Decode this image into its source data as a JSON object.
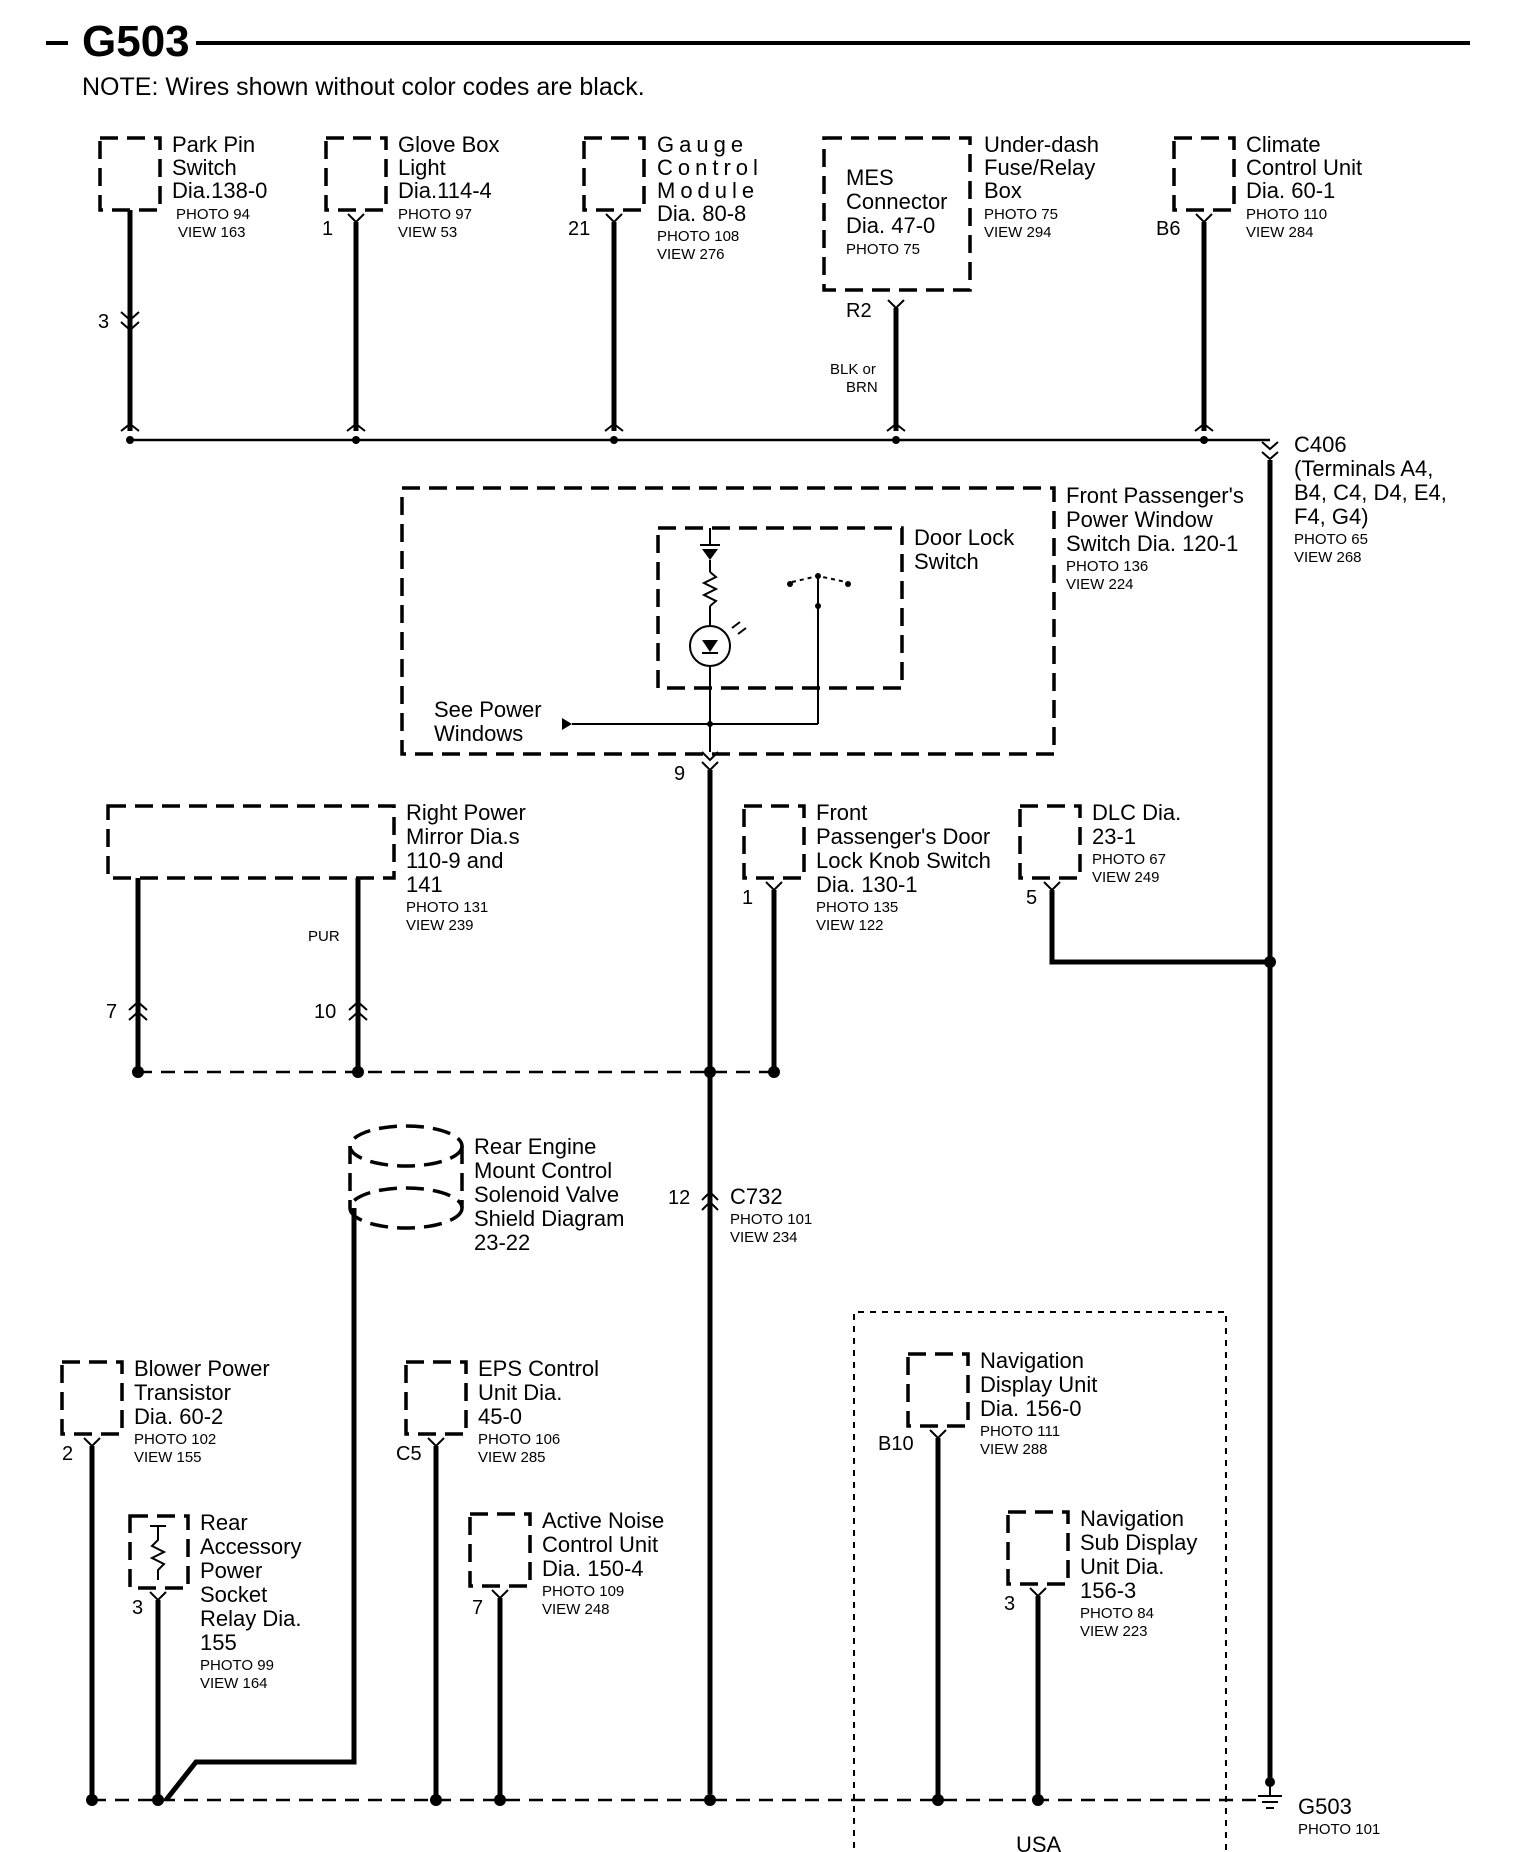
{
  "header": {
    "title": "G503",
    "note": "NOTE: Wires shown without color codes are black."
  },
  "components": {
    "park_pin": {
      "lines": [
        "Park Pin",
        "Switch",
        "Dia.138-0"
      ],
      "photo": "PHOTO 94",
      "view": "VIEW 163",
      "pin": "3"
    },
    "glove_box": {
      "lines": [
        "Glove Box",
        "Light",
        "Dia.114-4"
      ],
      "photo": "PHOTO 97",
      "view": "VIEW 53",
      "pin": "1"
    },
    "gauge": {
      "lines": [
        "Gauge",
        "Control",
        "Module",
        "Dia. 80-8"
      ],
      "photo": "PHOTO 108",
      "view": "VIEW 276",
      "pin": "21"
    },
    "mes": {
      "lines": [
        "MES",
        "Connector",
        "Dia. 47-0"
      ],
      "photo": "PHOTO 75",
      "pin": "R2",
      "wire_color": [
        "BLK or",
        "BRN"
      ]
    },
    "underdash": {
      "lines": [
        "Under-dash",
        "Fuse/Relay",
        "Box"
      ],
      "photo": "PHOTO 75",
      "view": "VIEW 294"
    },
    "climate": {
      "lines": [
        "Climate",
        "Control Unit",
        "Dia. 60-1"
      ],
      "photo": "PHOTO 110",
      "view": "VIEW 284",
      "pin": "B6"
    },
    "c406": {
      "lines": [
        "C406",
        "(Terminals A4,",
        "B4, C4, D4, E4,",
        "F4, G4)"
      ],
      "photo": "PHOTO 65",
      "view": "VIEW 268"
    },
    "power_window": {
      "lines": [
        "Front Passenger's",
        "Power Window",
        "Switch Dia. 120-1"
      ],
      "photo": "PHOTO 136",
      "view": "VIEW 224",
      "pin": "9"
    },
    "door_lock": {
      "lines": [
        "Door Lock",
        "Switch"
      ]
    },
    "see_power": {
      "lines": [
        "See Power",
        "Windows"
      ]
    },
    "mirror": {
      "lines": [
        "Right Power",
        "Mirror Dia.s",
        "110-9 and",
        "141"
      ],
      "photo": "PHOTO 131",
      "view": "VIEW 239",
      "pin_a": "7",
      "pin_b": "10",
      "wire_color": "PUR"
    },
    "door_knob": {
      "lines": [
        "Front",
        "Passenger's Door",
        "Lock Knob Switch",
        "Dia. 130-1"
      ],
      "photo": "PHOTO 135",
      "view": "VIEW 122",
      "pin": "1"
    },
    "dlc": {
      "lines": [
        "DLC Dia.",
        "23-1"
      ],
      "photo": "PHOTO 67",
      "view": "VIEW 249",
      "pin": "5"
    },
    "rear_engine": {
      "lines": [
        "Rear Engine",
        "Mount Control",
        "Solenoid Valve",
        "Shield Diagram",
        "23-22"
      ]
    },
    "c732": {
      "line": "C732",
      "photo": "PHOTO 101",
      "view": "VIEW 234",
      "pin": "12"
    },
    "blower": {
      "lines": [
        "Blower Power",
        "Transistor",
        "Dia. 60-2"
      ],
      "photo": "PHOTO 102",
      "view": "VIEW 155",
      "pin": "2"
    },
    "eps": {
      "lines": [
        "EPS Control",
        "Unit Dia.",
        "45-0"
      ],
      "photo": "PHOTO 106",
      "view": "VIEW 285",
      "pin": "C5"
    },
    "nav_display": {
      "lines": [
        "Navigation",
        "Display Unit",
        "Dia. 156-0"
      ],
      "photo": "PHOTO 111",
      "view": "VIEW 288",
      "pin": "B10"
    },
    "rear_acc": {
      "lines": [
        "Rear",
        "Accessory",
        "Power",
        "Socket",
        "Relay Dia.",
        "155"
      ],
      "photo": "PHOTO 99",
      "view": "VIEW 164",
      "pin": "3"
    },
    "anc": {
      "lines": [
        "Active Noise",
        "Control Unit",
        "Dia. 150-4"
      ],
      "photo": "PHOTO 109",
      "view": "VIEW 248",
      "pin": "7"
    },
    "nav_sub": {
      "lines": [
        "Navigation",
        "Sub Display",
        "Unit Dia.",
        "156-3"
      ],
      "photo": "PHOTO 84",
      "view": "VIEW 223",
      "pin": "3"
    },
    "usa": {
      "label": "USA"
    },
    "g503": {
      "label": "G503",
      "photo": "PHOTO 101"
    }
  }
}
